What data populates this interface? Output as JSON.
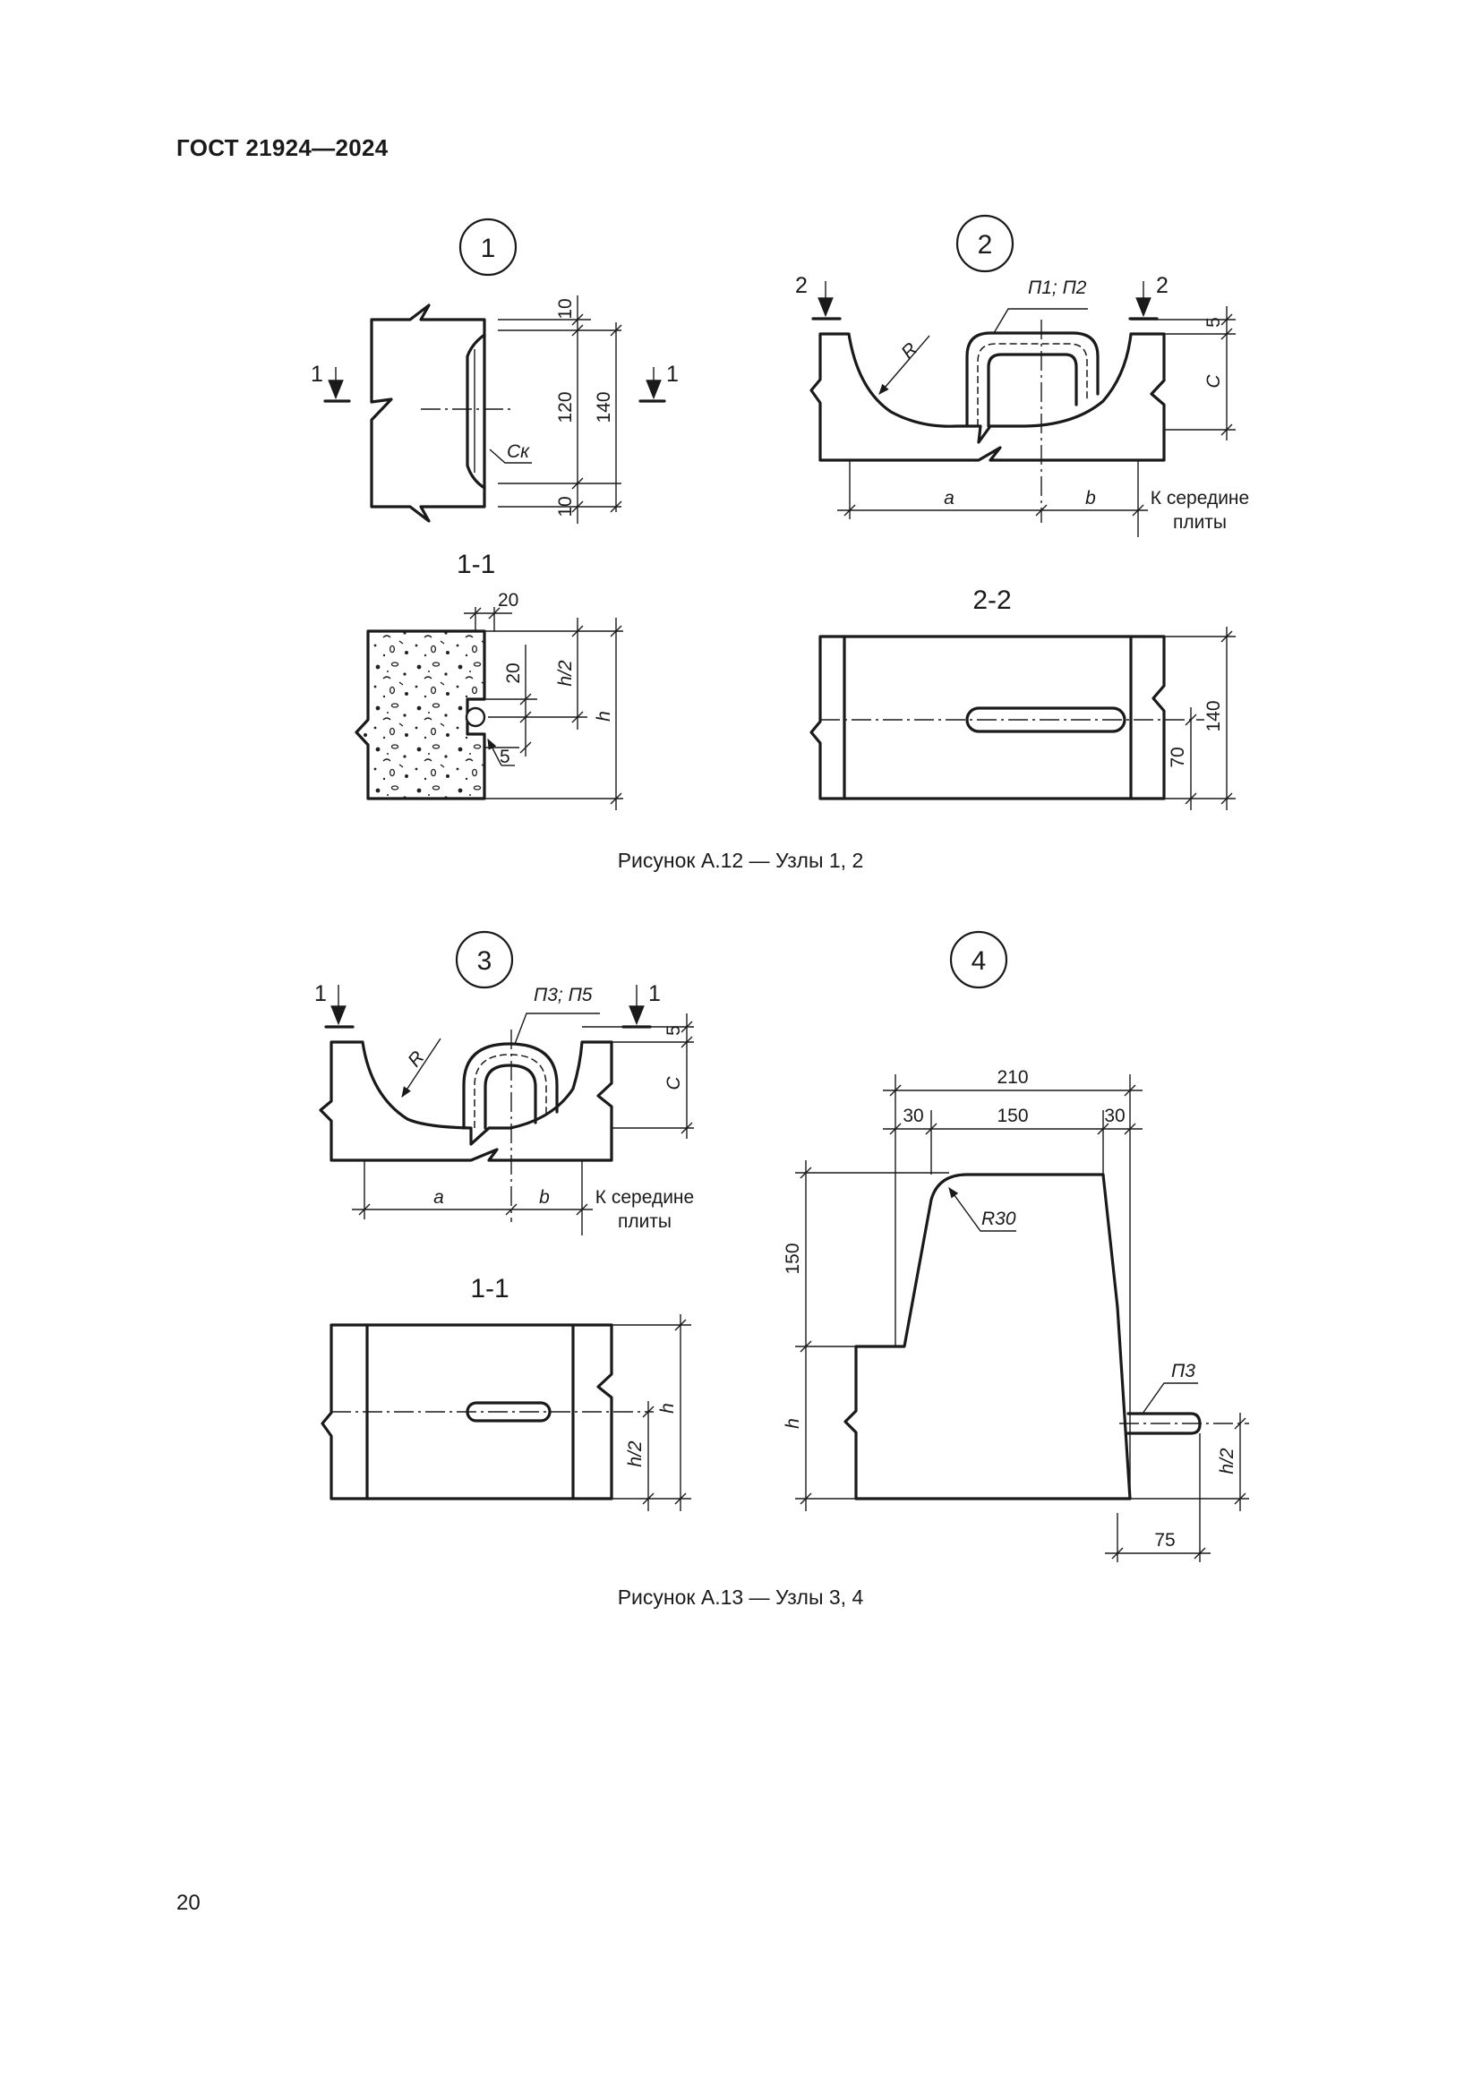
{
  "header": {
    "standard": "ГОСТ 21924—2024"
  },
  "page": {
    "number": "20"
  },
  "figure_a12": {
    "caption": "Рисунок А.12 — Узлы 1, 2",
    "node1": {
      "marker": "1",
      "cut_marks": [
        "1",
        "1"
      ],
      "dims": [
        "10",
        "120",
        "140",
        "10"
      ],
      "label": "Ск",
      "section": {
        "title": "1-1",
        "dims": [
          "20",
          "20",
          "h/2",
          "h",
          "5"
        ]
      }
    },
    "node2": {
      "marker": "2",
      "cut_marks": [
        "2",
        "2"
      ],
      "label": "П1; П2",
      "radius": "R",
      "dims": [
        "5",
        "C",
        "a",
        "b"
      ],
      "note": [
        "К середине",
        "плиты"
      ],
      "section": {
        "title": "2-2",
        "dims": [
          "140",
          "70"
        ]
      }
    }
  },
  "figure_a13": {
    "caption": "Рисунок А.13 — Узлы 3, 4",
    "node3": {
      "marker": "3",
      "cut_marks": [
        "1",
        "1"
      ],
      "label": "П3; П5",
      "radius": "R",
      "dims": [
        "5",
        "C",
        "a",
        "b"
      ],
      "note": [
        "К середине",
        "плиты"
      ],
      "section": {
        "title": "1-1",
        "dims": [
          "h",
          "h/2"
        ]
      }
    },
    "node4": {
      "marker": "4",
      "dims": [
        "210",
        "30",
        "150",
        "30",
        "150",
        "h",
        "h/2",
        "75"
      ],
      "radius_label": "R30",
      "bar_label": "П3"
    }
  }
}
